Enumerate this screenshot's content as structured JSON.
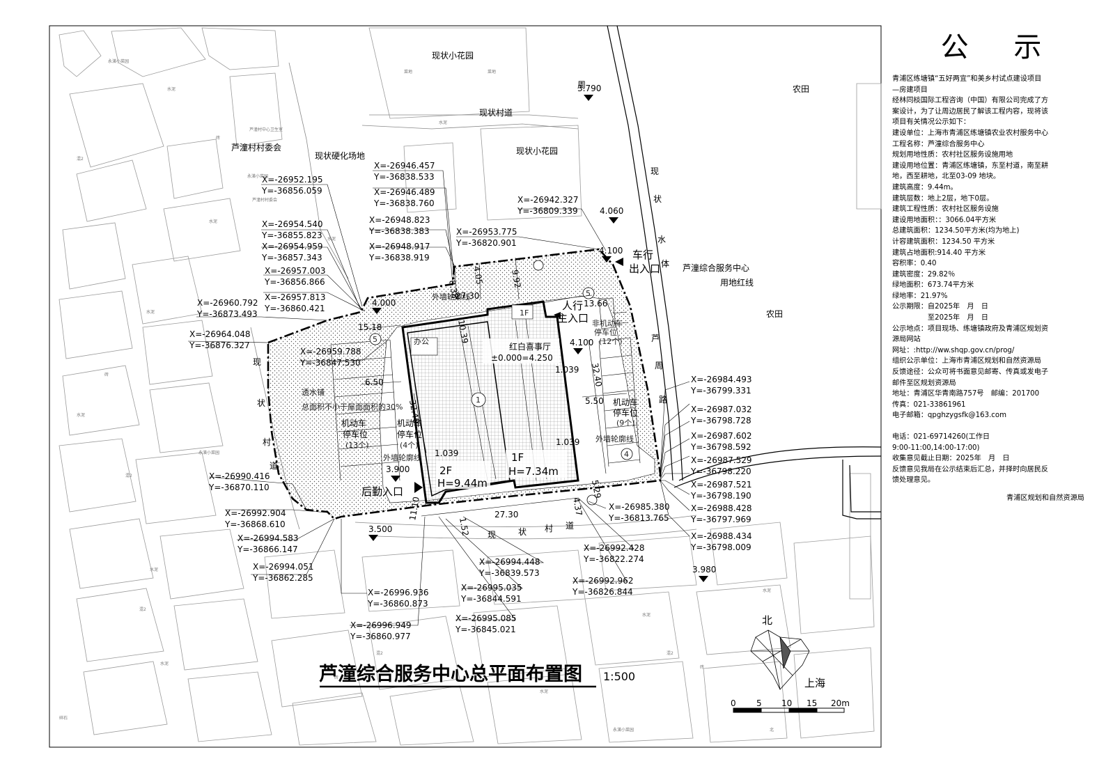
{
  "plan_title": "芦潼综合服务中心总平面布置图",
  "scale": "1:500",
  "north_label": "北",
  "city_label": "上海",
  "scale_bar_ticks": [
    "0",
    "5",
    "10",
    "15",
    "20m"
  ],
  "notice": {
    "title": "公 示",
    "lines": [
      "青浦区练塘镇“五好两宜”和美乡村试点建设项目",
      "—房建项目",
      "经林同棪国际工程咨询（中国）有限公司完成了方",
      "案设计，为了让周边居民了解该工程内容，现将该",
      "项目有关情况公示如下：",
      "建设单位：上海市青浦区练塘镇农业农村服务中心",
      "工程名称：芦潼综合服务中心",
      "规划用地性质：农村社区服务设施用地",
      "建设用地位置：青浦区练塘镇，东至村道，南至耕",
      "地，西至耕地，北至03-09 地块。",
      "建筑高度：9.44m。",
      "建筑层数：地上2层，地下0层。",
      "建筑工程性质：农村社区服务设施",
      "建设用地面积：：3066.04平方米",
      "总建筑面积：1234.50平方米(均为地上)",
      "计容建筑面积：1234.50 平方米",
      "建筑占地面积:914.40 平方米",
      "容积率：0.40",
      "建筑密度：29.82％",
      "绿地面积：673.74平方米",
      "绿地率：21.97%",
      "公示期限：自2025年　月　日",
      "　　　　　至2025年　月　日",
      "公示地点：项目现场、练塘镇政府及青浦区规划资",
      "源局网站",
      "网址：:http://ww.shqp.gov.cn/prog/",
      "组织公示单位：上海市青浦区规划和自然资源局",
      "反馈途径：公众可将书面意见邮寄、传真或发电子",
      "邮件至区规划资源局",
      "地址：青浦区华青南路757号　邮编：201700",
      "传真：021-33861961",
      "电子邮箱：qpghzygsfk@163.com"
    ],
    "lines2": [
      "电话：021-69714260(工作日",
      "9:00-11:00,14:00-17:00)",
      "收集意见截止日期：2025年　月　日",
      "反馈意见我局在公示结束后汇总，并择时向居民反",
      "馈处理意见。"
    ],
    "signature": "青浦区规划和自然资源局"
  },
  "map": {
    "place_labels": {
      "garden_north": "现状小花园",
      "village_road_north": "现状村道",
      "hard_site": "现状硬化场地",
      "garden_east": "现状小花园",
      "committee": "芦潼村村委会",
      "committee_small": "芦潼村村委会",
      "health_station": "芦潼村中心卫生室",
      "farmland_1": "农田",
      "farmland_2": "农田",
      "zhou": "周"
    },
    "road_labels": {
      "water_body": [
        "现",
        "状",
        "水",
        "体"
      ],
      "west_road": [
        "现",
        "状",
        "村",
        "道"
      ],
      "south_road": [
        "现",
        "状",
        "村",
        "道"
      ],
      "luzhou_road": [
        "芦",
        "周",
        "路"
      ]
    },
    "site_labels": {
      "vehicle_entrance": [
        "车行",
        "出入口"
      ],
      "pedestrian_entrance": [
        "人行",
        "主入口"
      ],
      "service_entrance": "后勤入口",
      "red_line": [
        "芦潼综合服务中心",
        "用地红线"
      ],
      "office": "办公",
      "hall": "红白喜事厅",
      "elevation": "±0.000=4.250",
      "floor_1f": "1F",
      "floor_2f": "2F",
      "height_2f": "H=9.44m",
      "floor_1f_b": "1F",
      "height_1f": "H=7.34m",
      "parking_west": [
        "机动车",
        "停车位",
        "(13个)"
      ],
      "parking_mid": [
        "机动车",
        "停车位",
        "(4个)"
      ],
      "parking_east": [
        "机动车",
        "停车位",
        "(9个)"
      ],
      "parking_ne": [
        "非机动车",
        "停车位",
        "(12个)"
      ],
      "green_note": [
        "透水铺",
        "总面积不小于屋面面积的30%"
      ],
      "outline_1": "外墙轮廓线",
      "outline_2": "外墙轮廓线",
      "outline_3": "外墙轮廓线",
      "circle_1": "1",
      "circle_5a": "5",
      "circle_5b": "5",
      "circle_4": "4"
    },
    "dimensions": [
      "13.66",
      "15.18",
      "6.50",
      "32.40",
      "5.50",
      "32.40",
      "27.30",
      "27.30",
      "9.92",
      "4.05",
      "8.38",
      "10.39",
      "1.039",
      "1.039",
      "1.039",
      "5.29",
      "4.37",
      "1.52",
      "11.10"
    ],
    "elevations": [
      "3.790",
      "4.060",
      "4.100",
      "4.000",
      "4.100",
      "3.900",
      "3.500",
      "3.980"
    ],
    "coordinates": [
      [
        "X=-26952.195",
        "Y=-36856.059"
      ],
      [
        "X=-26954.540",
        "Y=-36855.823"
      ],
      [
        "X=-26954.959",
        "Y=-36857.343"
      ],
      [
        "X=-26957.003",
        "Y=-36856.866"
      ],
      [
        "X=-26957.813",
        "Y=-36860.421"
      ],
      [
        "X=-26960.792",
        "Y=-36873.493"
      ],
      [
        "X=-26964.048",
        "Y=-36876.327"
      ],
      [
        "X=-26959.788",
        "Y=-36847.530"
      ],
      [
        "X=-26946.457",
        "Y=-36838.533"
      ],
      [
        "X=-26946.489",
        "Y=-36838.760"
      ],
      [
        "X=-26948.823",
        "Y=-36838.383"
      ],
      [
        "X=-26948.917",
        "Y=-36838.919"
      ],
      [
        "X=-26953.775",
        "Y=-36820.901"
      ],
      [
        "X=-26942.327",
        "Y=-36809.339"
      ],
      [
        "X=-26984.493",
        "Y=-36799.331"
      ],
      [
        "X=-26987.032",
        "Y=-36798.728"
      ],
      [
        "X=-26987.602",
        "Y=-36798.592"
      ],
      [
        "X=-26987.529",
        "Y=-36798.220"
      ],
      [
        "X=-26987.521",
        "Y=-36798.190"
      ],
      [
        "X=-26988.428",
        "Y=-36797.969"
      ],
      [
        "X=-26988.434",
        "Y=-36798.009"
      ],
      [
        "X=-26985.380",
        "Y=-36813.765"
      ],
      [
        "X=-26990.416",
        "Y=-36870.110"
      ],
      [
        "X=-26992.904",
        "Y=-36868.610"
      ],
      [
        "X=-26994.583",
        "Y=-36866.147"
      ],
      [
        "X=-26994.051",
        "Y=-36862.285"
      ],
      [
        "X=-26996.936",
        "Y=-36860.873"
      ],
      [
        "X=-26996.949",
        "Y=-36860.977"
      ],
      [
        "X=-26994.448",
        "Y=-36839.573"
      ],
      [
        "X=-26995.035",
        "Y=-36844.591"
      ],
      [
        "X=-26995.085",
        "Y=-36845.021"
      ],
      [
        "X=-26992.428",
        "Y=-36822.274"
      ],
      [
        "X=-26992.962",
        "Y=-36826.844"
      ]
    ],
    "tiny_labels": {
      "water_mud": "水泥",
      "mud2": "混2",
      "brick": "砖",
      "village": "永潢小菜园",
      "rock": "碎石",
      "grass": "菜地",
      "n1": "北"
    }
  }
}
